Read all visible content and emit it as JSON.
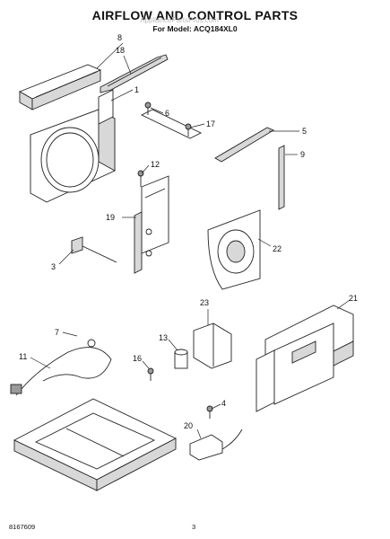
{
  "header": {
    "title": "AIRFLOW AND CONTROL PARTS",
    "subtitle": "For Model: ACQ184XL0",
    "watermark": "AppliancePartsPros.com"
  },
  "footer": {
    "doc_number": "8167609",
    "page_number": "3"
  },
  "callouts": [
    "8",
    "18",
    "1",
    "6",
    "17",
    "5",
    "9",
    "12",
    "19",
    "22",
    "3",
    "23",
    "21",
    "7",
    "13",
    "11",
    "16",
    "4",
    "20"
  ]
}
